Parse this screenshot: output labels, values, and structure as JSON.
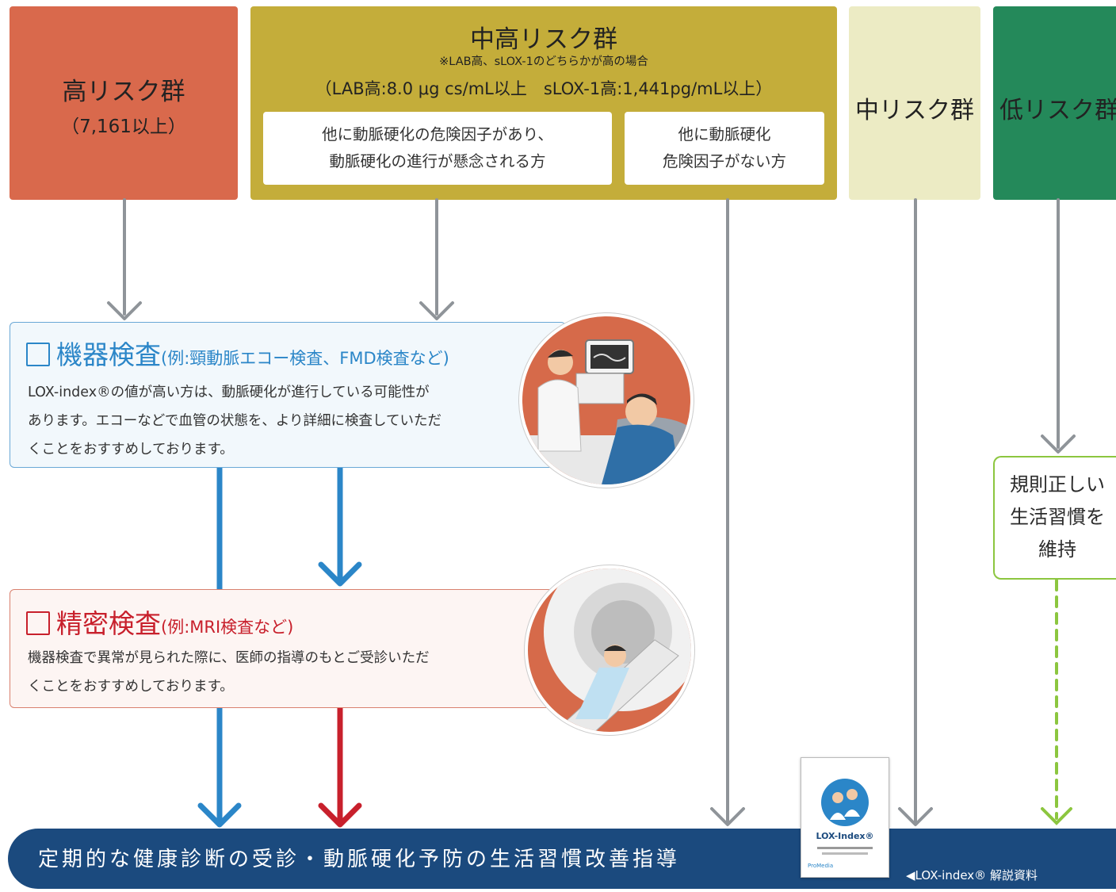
{
  "high_risk": {
    "title": "高リスク群",
    "threshold": "（7,161以上）"
  },
  "midhigh_risk": {
    "title": "中高リスク群",
    "note": "※LAB高、sLOX-1のどちらかが高の場合",
    "criteria": "（LAB高:8.0 μg cs/mL以上　sLOX-1高:1,441pg/mL以上）",
    "sub_left": [
      "他に動脈硬化の危険因子があり、",
      "動脈硬化の進行が懸念される方"
    ],
    "sub_right": [
      "他に動脈硬化",
      "危険因子がない方"
    ]
  },
  "mid_risk": {
    "title": "中リスク群"
  },
  "low_risk": {
    "title": "低リスク群"
  },
  "device_exam": {
    "title": "機器検査",
    "example": "(例:頸動脈エコー検査、FMD検査など)",
    "body": [
      "LOX-index®の値が高い方は、動脈硬化が進行している可能性が",
      "あります。エコーなどで血管の状態を、より詳細に検査していただ",
      "くことをおすすめしております。"
    ]
  },
  "detailed_exam": {
    "title": "精密検査",
    "example": "(例:MRI検査など)",
    "body": [
      "機器検査で異常が見られた際に、医師の指導のもとご受診いただ",
      "くことをおすすめしております。"
    ]
  },
  "lifestyle": [
    "規則正しい",
    "生活習慣を",
    "維持"
  ],
  "bottom": {
    "text": "定期的な健康診断の受診・動脈硬化予防の生活習慣改善指導",
    "doc_label": "◀LOX-index® 解説資料"
  },
  "brochure": {
    "brand": "LOX-Index®",
    "publisher": "ProMedia"
  },
  "colors": {
    "high": "#d9694c",
    "midhigh": "#c4ad3a",
    "mid": "#ecebc4",
    "low": "#24895a",
    "blue": "#2b86c8",
    "red": "#c8202c",
    "bar": "#1b4a7e",
    "green_dash": "#8cc63f"
  }
}
